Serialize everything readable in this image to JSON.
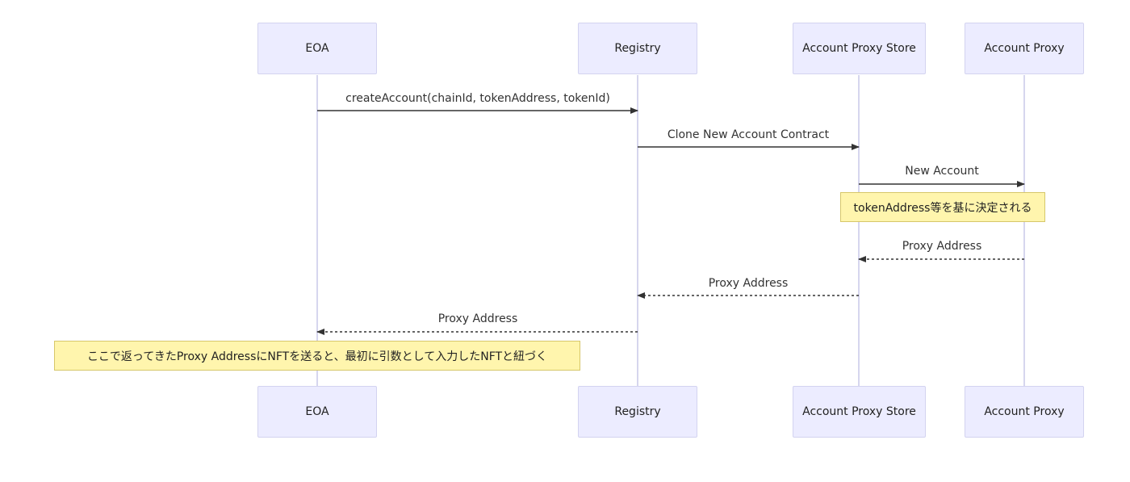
{
  "participants": [
    {
      "id": "eoa",
      "label": "EOA"
    },
    {
      "id": "registry",
      "label": "Registry"
    },
    {
      "id": "store",
      "label": "Account Proxy Store"
    },
    {
      "id": "proxy",
      "label": "Account Proxy"
    }
  ],
  "messages": [
    {
      "from": "eoa",
      "to": "registry",
      "label": "createAccount(chainId, tokenAddress, tokenId)",
      "style": "solid"
    },
    {
      "from": "registry",
      "to": "store",
      "label": "Clone New Account Contract",
      "style": "solid"
    },
    {
      "from": "store",
      "to": "proxy",
      "label": "New Account",
      "style": "solid"
    },
    {
      "from": "proxy",
      "to": "store",
      "label": "Proxy Address",
      "style": "dotted"
    },
    {
      "from": "store",
      "to": "registry",
      "label": "Proxy Address",
      "style": "dotted"
    },
    {
      "from": "registry",
      "to": "eoa",
      "label": "Proxy Address",
      "style": "dotted"
    }
  ],
  "notes": [
    {
      "text": "tokenAddress等を基に決定される"
    },
    {
      "text": "ここで返ってきたProxy AddressにNFTを送ると、最初に引数として入力したNFTと紐づく"
    }
  ],
  "colors": {
    "actor_fill": "#ececff",
    "actor_border": "#d3d3f0",
    "lifeline": "#c8c8e8",
    "arrow": "#333333",
    "note_fill": "#fff5ad",
    "note_border": "#d6c76a"
  }
}
